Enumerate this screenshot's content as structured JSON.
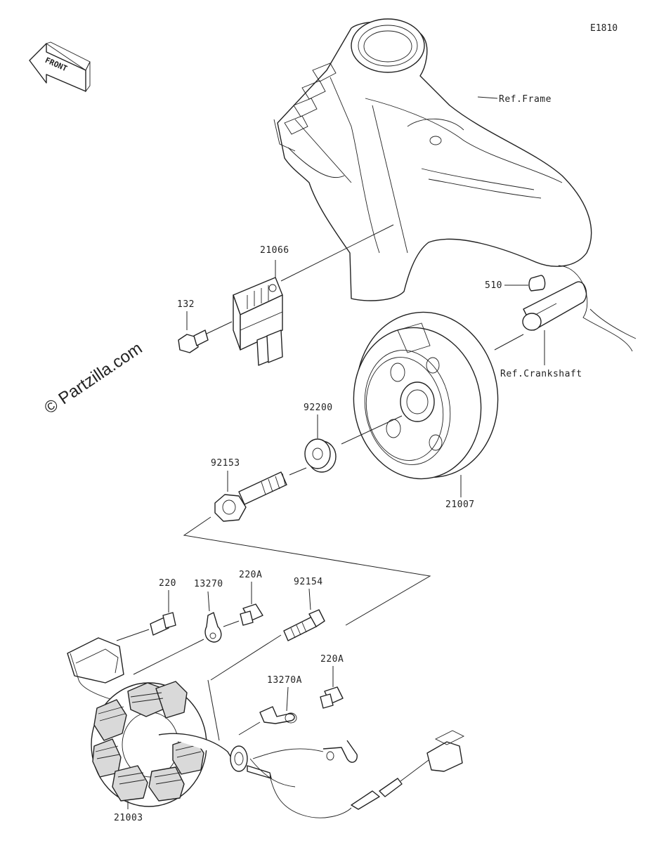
{
  "figure_id": "E1810",
  "watermark": "© Partzilla.com",
  "front_label": "FRONT",
  "labels": {
    "ref_frame": "Ref.Frame",
    "ref_crankshaft": "Ref.Crankshaft",
    "p21066": "21066",
    "p132": "132",
    "p510": "510",
    "p92200": "92200",
    "p92153": "92153",
    "p21007": "21007",
    "p220": "220",
    "p13270": "13270",
    "p220A_top": "220A",
    "p92154": "92154",
    "p220A_bottom": "220A",
    "p13270A": "13270A",
    "p21003": "21003"
  }
}
